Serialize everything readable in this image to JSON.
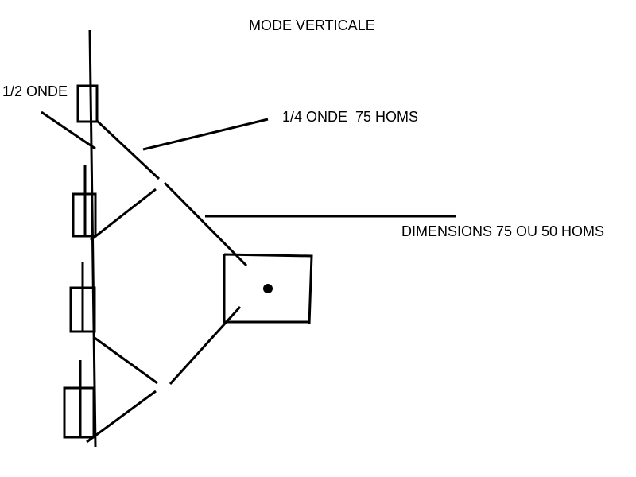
{
  "labels": {
    "title": "MODE VERTICALE",
    "half_wave": "1/2 ONDE",
    "quarter_wave": "1/4 ONDE  75 HOMS",
    "dimensions": "DIMENSIONS 75 OU 50 HOMS"
  },
  "colors": {
    "ink": "#000000",
    "background": "#ffffff"
  }
}
